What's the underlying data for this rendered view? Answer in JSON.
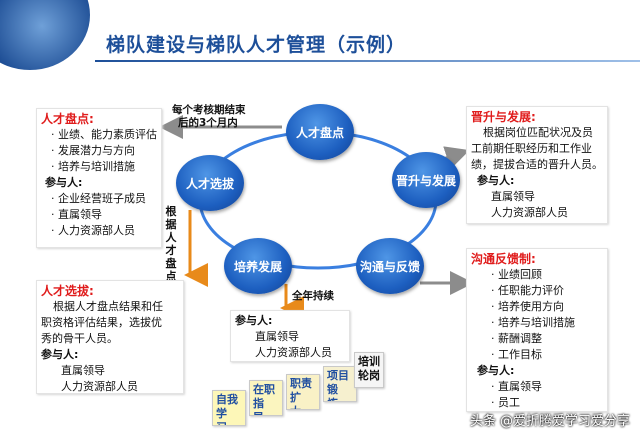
{
  "title": "梯队建设与梯队人才管理（示例）",
  "nodes": {
    "inventory": "人才盘点",
    "promotion": "晋升与发展",
    "selection": "人才选拔",
    "training": "培养发展",
    "communication": "沟通与反馈"
  },
  "notes": {
    "timing_line1": "每个考核期结束",
    "timing_line2": "后的3个月内",
    "basis": [
      "根",
      "据",
      "人",
      "才",
      "盘",
      "点"
    ],
    "yearround": "全年持续"
  },
  "boxes": {
    "inventory": {
      "title": "人才盘点:",
      "items": [
        "业绩、能力素质评估",
        "发展潜力与方向",
        "培养与培训措施"
      ],
      "participants_label": "参与人:",
      "participants": [
        "企业经营班子成员",
        "直属领导",
        "人力资源部人员"
      ]
    },
    "selection": {
      "title": "人才选拔:",
      "body": [
        "根据人才盘点结果和任",
        "职资格评估结果，选拔优",
        "秀的骨干人员。"
      ],
      "participants_label": "参与人:",
      "participants": [
        "直属领导",
        "人力资源部人员"
      ]
    },
    "training": {
      "participants_label": "参与人:",
      "participants": [
        "直属领导",
        "人力资源部人员"
      ]
    },
    "promotion": {
      "title": "晋升与发展:",
      "body": [
        "根据岗位匹配状况及员",
        "工前期任职经历和工作业",
        "绩，提拔合适的晋升人员。"
      ],
      "participants_label": "参与人:",
      "participants": [
        "直属领导",
        "人力资源部人员"
      ]
    },
    "feedback": {
      "title": "沟通反馈制:",
      "items": [
        "业绩回顾",
        "任职能力评价",
        "培养使用方向",
        "培养与培训措施",
        "薪酬调整",
        "工作目标"
      ],
      "participants_label": "参与人:",
      "participants": [
        "直属领导",
        "员工"
      ]
    }
  },
  "cards": [
    {
      "line1": "自我学",
      "line2": "习"
    },
    {
      "line1": "在职指",
      "line2": "导"
    },
    {
      "line1": "职责扩",
      "line2": "大"
    },
    {
      "line1": "项目锻",
      "line2": "炼"
    },
    {
      "line1": "培训",
      "line2": "轮岗"
    }
  ],
  "watermark": "头条 @爱折腾爱学习爱分享",
  "colors": {
    "title": "#1d4f99",
    "box_title": "#e01c1c",
    "node": "#1d5fc0",
    "cycle": "#3a7fe0"
  }
}
